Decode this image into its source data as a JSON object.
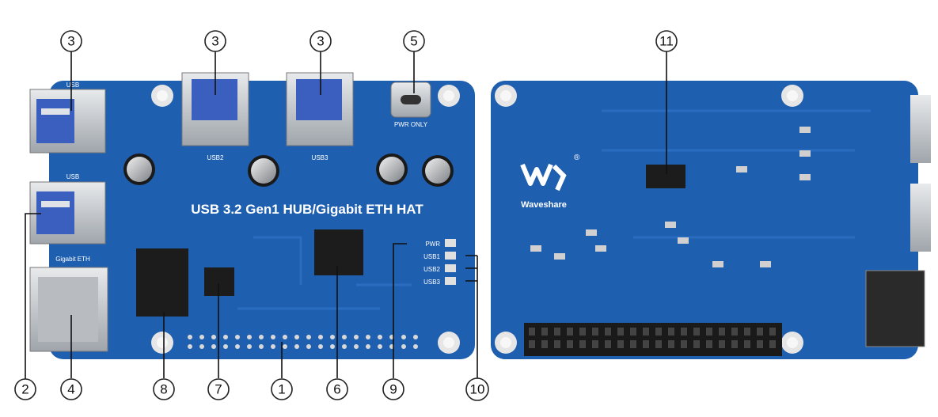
{
  "front_board": {
    "title": "USB 3.2 Gen1 HUB/Gigabit ETH HAT",
    "labels": {
      "usb_left_top": "USB",
      "usb_left": "USB",
      "usb2": "USB2",
      "usb3": "USB3",
      "pwr_only": "PWR ONLY",
      "gigabit_eth": "Gigabit ETH",
      "led_pwr": "PWR",
      "led_usb1": "USB1",
      "led_usb2": "USB2",
      "led_usb3": "USB3"
    }
  },
  "back_board": {
    "brand": "Waveshare",
    "registered": "®"
  },
  "callouts": [
    "1",
    "2",
    "3",
    "4",
    "5",
    "6",
    "7",
    "8",
    "9",
    "10",
    "11"
  ],
  "colors": {
    "pcb": "#1f5fb0",
    "pcb_dark": "#164e97",
    "metal": "#c9cdd2",
    "pin": "#1a1a1a"
  }
}
